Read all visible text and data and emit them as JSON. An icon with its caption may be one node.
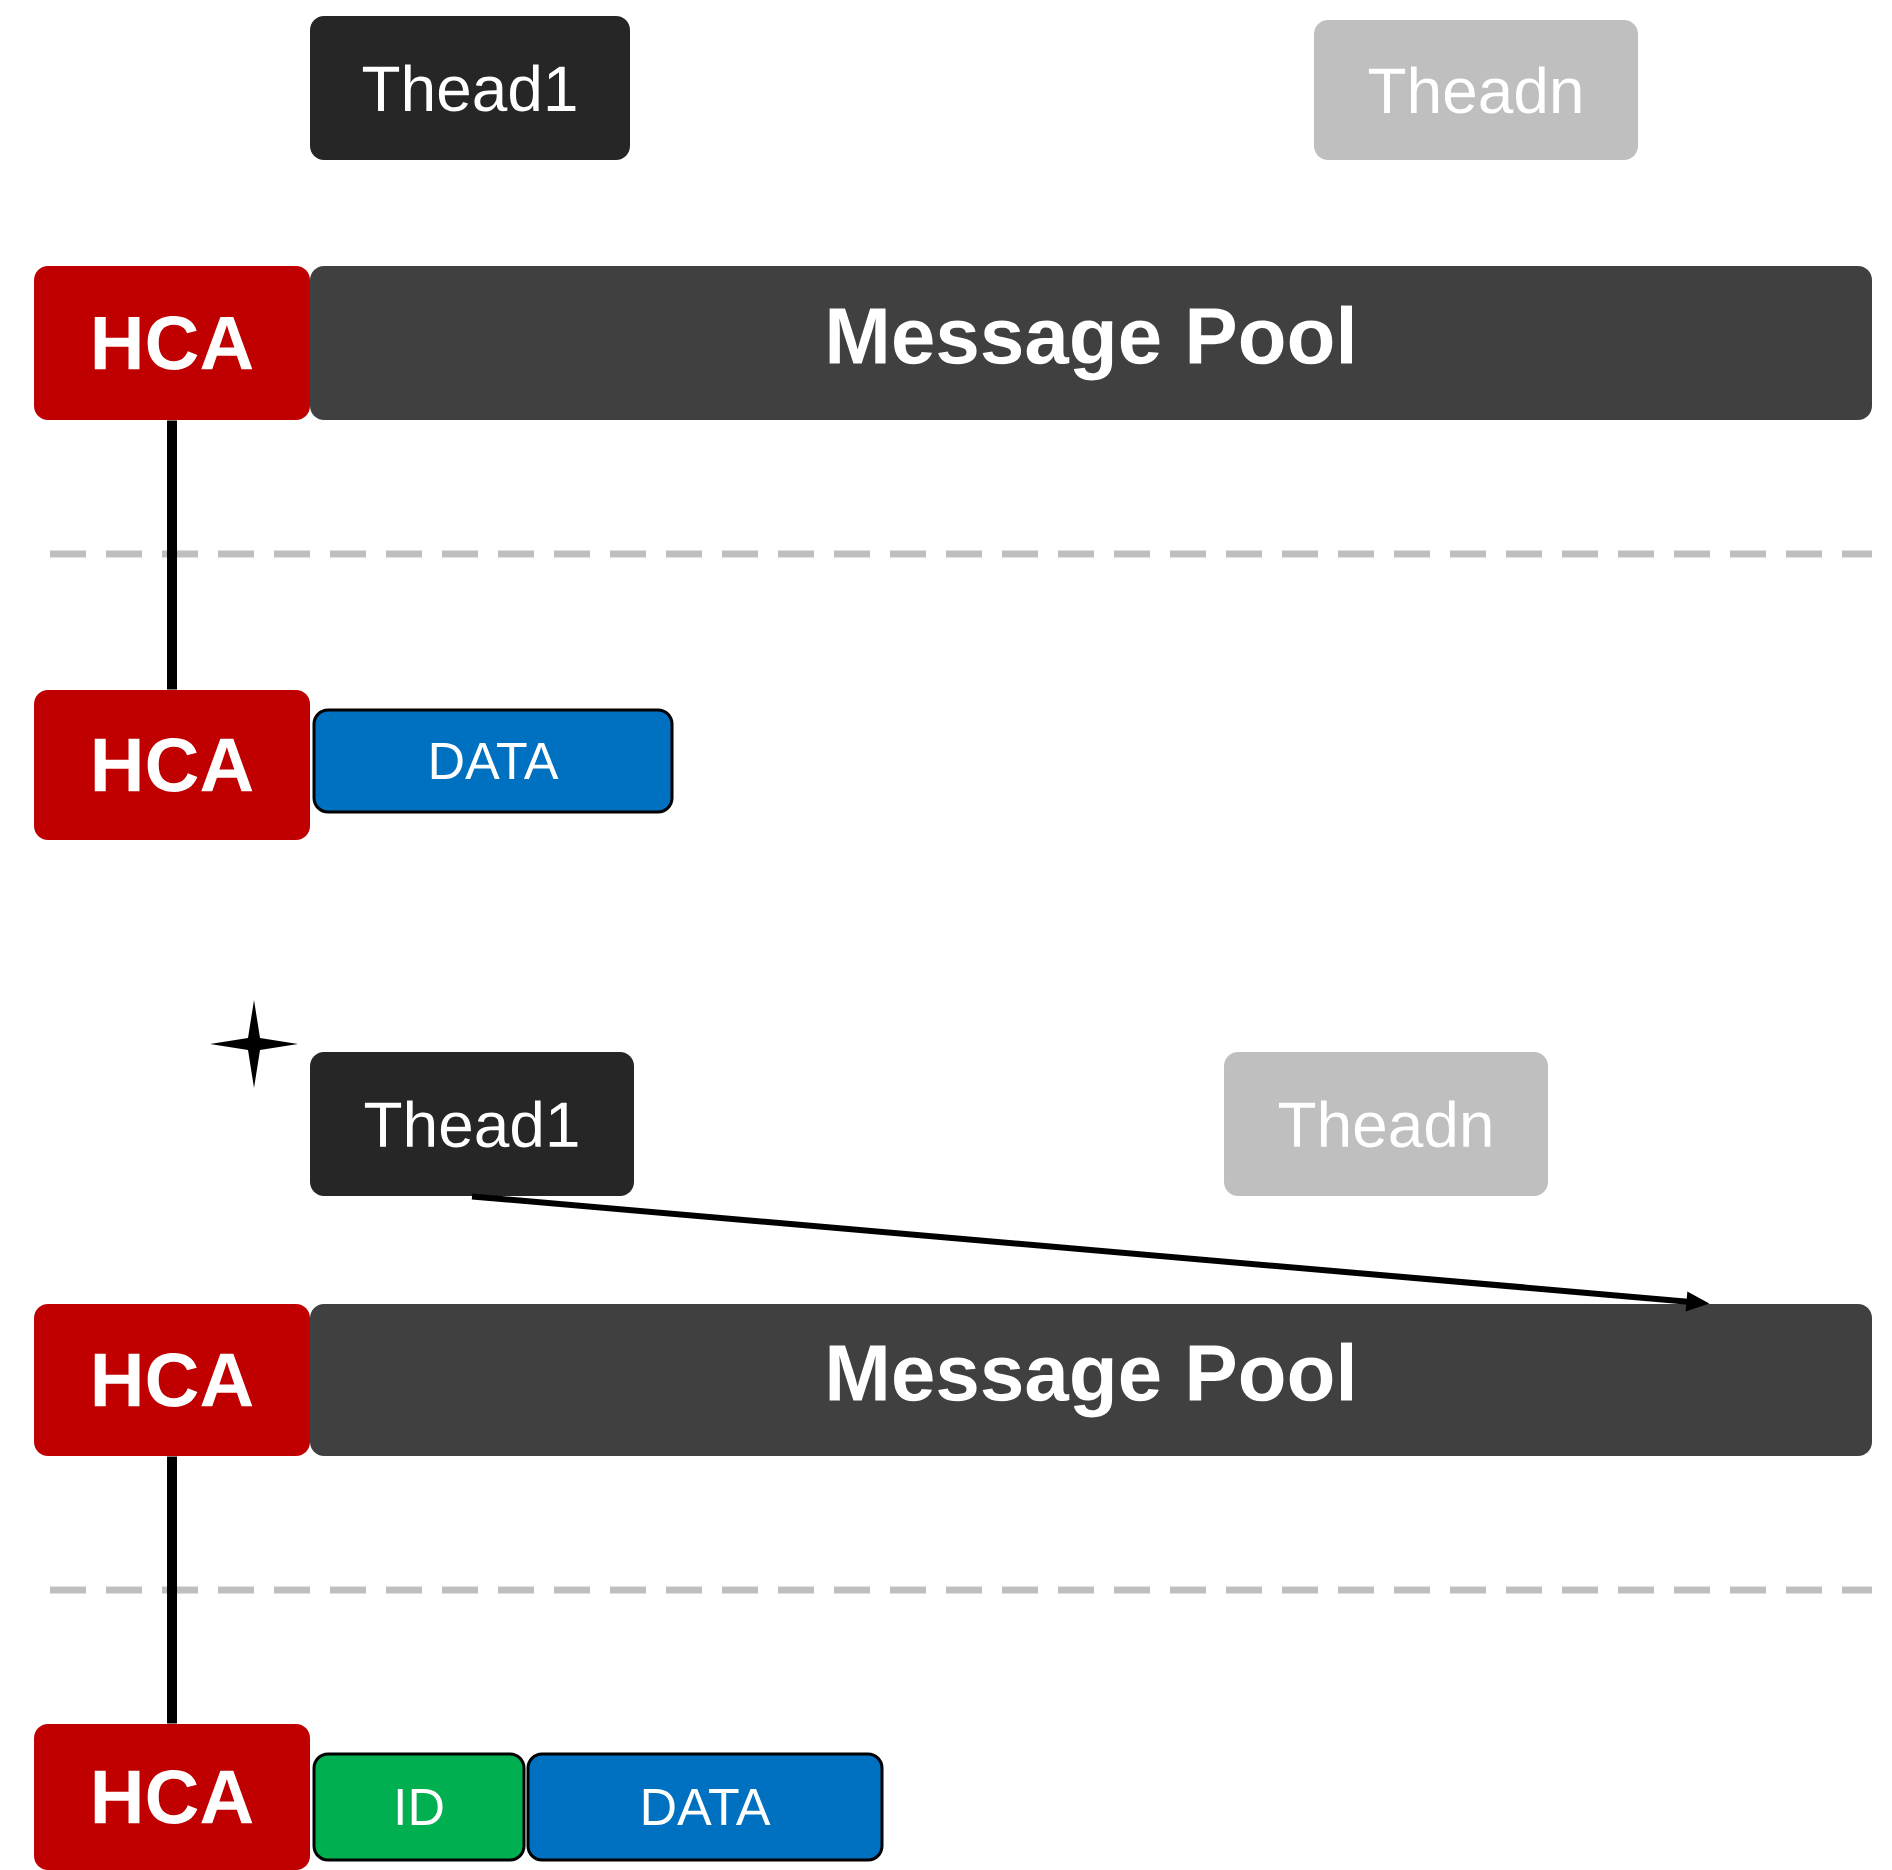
{
  "diagram": {
    "nodes": [
      {
        "text": [
          "Thead1"
        ]
      },
      {
        "text": [
          "Theadn"
        ]
      },
      {
        "text": [
          "HCA"
        ]
      },
      {
        "text": [
          "Message Pool"
        ]
      },
      {
        "text": [
          "HCA"
        ]
      },
      {
        "text": [
          "DATA"
        ]
      },
      {
        "text": [
          "Thead1"
        ]
      },
      {
        "text": [
          "Theadn"
        ]
      },
      {
        "text": [
          "HCA"
        ]
      },
      {
        "text": [
          "Message Pool"
        ]
      },
      {
        "text": [
          "HCA"
        ]
      },
      {
        "text": [
          "ID"
        ]
      },
      {
        "text": [
          "DATA"
        ]
      }
    ],
    "edges": [
      {
        "from": 2,
        "to": 4,
        "arrow": "none"
      },
      {
        "from": 6,
        "to": 9,
        "arrow": "to"
      },
      {
        "from": 8,
        "to": 10,
        "arrow": "none"
      }
    ]
  }
}
